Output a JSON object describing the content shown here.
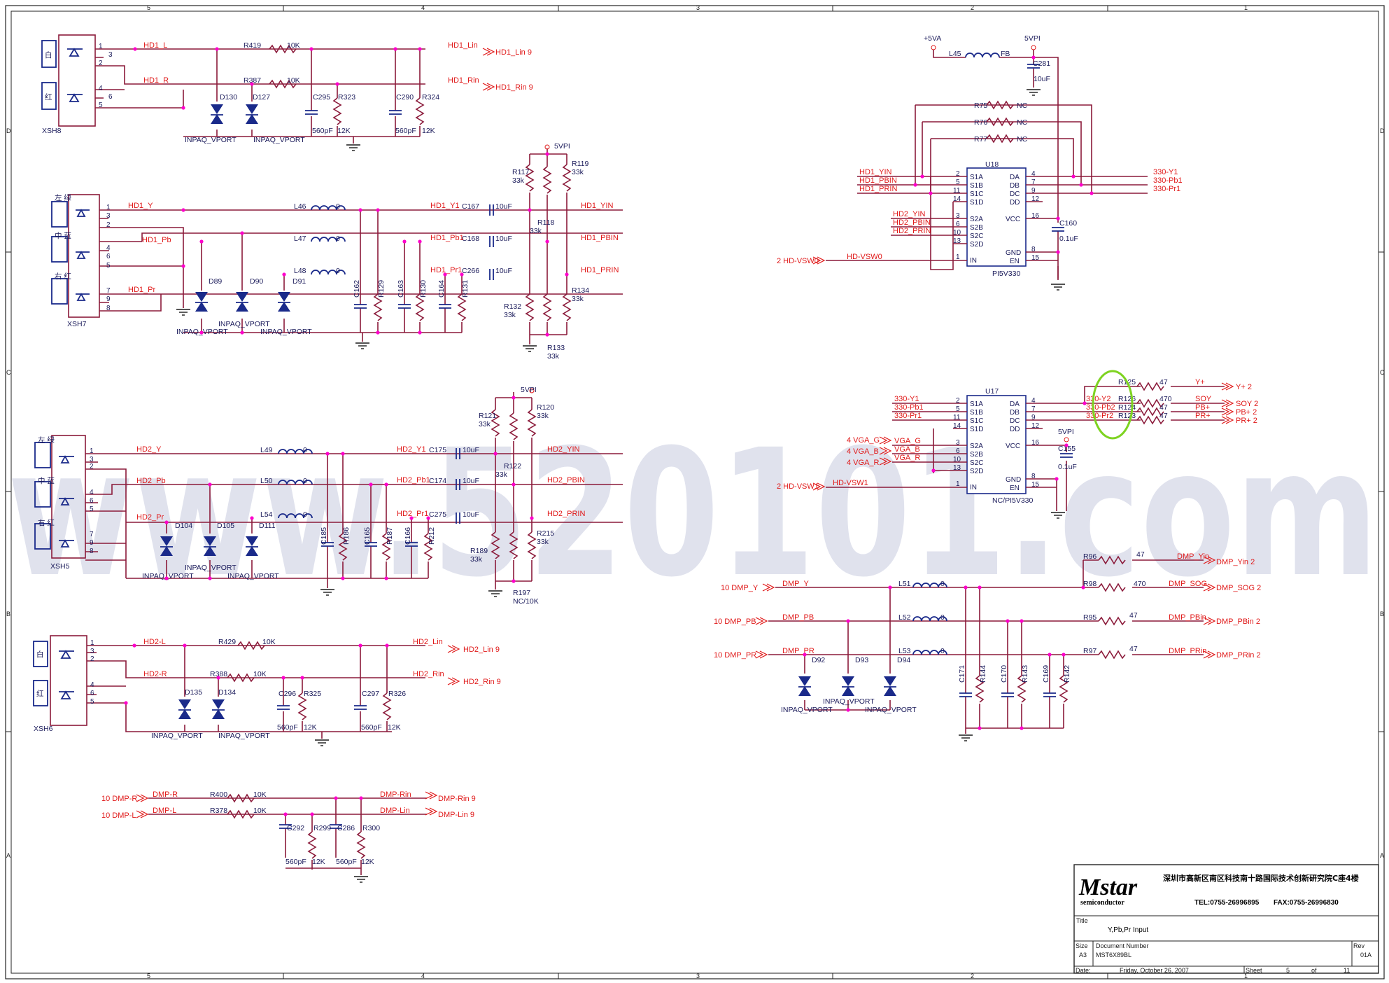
{
  "frame": {
    "cols": [
      "5",
      "4",
      "3",
      "2",
      "1"
    ],
    "rows": [
      "D",
      "C",
      "B",
      "A"
    ]
  },
  "watermark": "www.520101.com",
  "xsh8": {
    "ref": "XSH8",
    "jacks": [
      "白",
      "红"
    ],
    "nets": [
      "HD1_L",
      "HD1_R"
    ],
    "r1": "R419",
    "r1v": "10K",
    "r2": "R387",
    "r2v": "10K",
    "out1": "HD1_Lin",
    "out2": "HD1_Rin",
    "off1": "HD1_Lin  9",
    "off2": "HD1_Rin  9",
    "d1": "D130",
    "d2": "D127",
    "dv": "INPAQ_VPORT",
    "c1": "C295",
    "r3": "R323",
    "c2": "C290",
    "r4": "R324",
    "cv": "560pF",
    "rv": "12K"
  },
  "xsh7": {
    "ref": "XSH7",
    "jacks": [
      "左\n绿",
      "中\n蓝",
      "右\n红"
    ],
    "nets": [
      "HD1_Y",
      "HD1_Pb",
      "HD1_Pr"
    ],
    "l": [
      "L46",
      "L47",
      "L48"
    ],
    "lv": "0",
    "c": [
      "C167",
      "C168",
      "C266"
    ],
    "cv": "10uF",
    "mid": [
      "HD1_Y1",
      "HD1_Pb1",
      "HD1_Pr1"
    ],
    "out": [
      "HD1_YIN",
      "HD1_PBIN",
      "HD1_PRIN"
    ],
    "d": [
      "D89",
      "D90",
      "D91"
    ],
    "dv": "INPAQ_VPORT",
    "nc": [
      "C162",
      "C163",
      "C164"
    ],
    "r75": [
      "R129",
      "R130",
      "R131"
    ],
    "rpu": [
      "R117",
      "R119"
    ],
    "rpd": [
      "R132",
      "R134"
    ],
    "rm": [
      "R118",
      "R133"
    ],
    "rval": "33k",
    "vpi": "5VPI"
  },
  "xsh5": {
    "ref": "XSH5",
    "jacks": [
      "左\n绿",
      "中\n蓝",
      "右\n红"
    ],
    "nets": [
      "HD2_Y",
      "HD2_Pb",
      "HD2_Pr"
    ],
    "l": [
      "L49",
      "L50",
      "L54"
    ],
    "lv": "0",
    "c": [
      "C175",
      "C174",
      "C275"
    ],
    "cv": "10uF",
    "mid": [
      "HD2_Y1",
      "HD2_Pb1",
      "HD2_Pr1"
    ],
    "out": [
      "HD2_YIN",
      "HD2_PBIN",
      "HD2_PRIN"
    ],
    "d": [
      "D104",
      "D105",
      "D111"
    ],
    "dv": "INPAQ_VPORT",
    "nc": [
      "C185",
      "C165",
      "C166"
    ],
    "r75": [
      "R186",
      "R187",
      "R212"
    ],
    "rpu": [
      "R121",
      "R120"
    ],
    "rpd": [
      "R189",
      "R215"
    ],
    "rm": [
      "R122",
      "R197"
    ],
    "rval": "33k",
    "rmv": "NC/10K",
    "vpi": "5VPI"
  },
  "xsh6": {
    "ref": "XSH6",
    "jacks": [
      "白",
      "红"
    ],
    "nets": [
      "HD2-L",
      "HD2-R"
    ],
    "r1": "R429",
    "r1v": "10K",
    "r2": "R388",
    "r2v": "10K",
    "out1": "HD2_Lin",
    "out2": "HD2_Rin",
    "off1": "HD2_Lin  9",
    "off2": "HD2_Rin  9",
    "d1": "D135",
    "d2": "D134",
    "dv": "INPAQ_VPORT",
    "c1": "C296",
    "r3": "R325",
    "c2": "C297",
    "r4": "R326",
    "cv": "560pF",
    "rv": "12K"
  },
  "dmp_audio": {
    "in1": "10  DMP-R",
    "in2": "10  DMP-L",
    "n1": "DMP-R",
    "n2": "DMP-L",
    "r1": "R400",
    "r2": "R378",
    "rv": "10K",
    "out1": "DMP-Rin",
    "out2": "DMP-Lin",
    "off1": "DMP-Rin  9",
    "off2": "DMP-Lin  9",
    "c1": "C292",
    "r3": "R299",
    "c2": "C286",
    "r4": "R300",
    "cv": "560pF",
    "rv2": "12K"
  },
  "u18": {
    "ref": "U18",
    "part": "PI5V330",
    "left": [
      "S1A",
      "S1B",
      "S1C",
      "S1D",
      "S2A",
      "S2B",
      "S2C",
      "S2D",
      "IN"
    ],
    "lpins": [
      "2",
      "5",
      "11",
      "14",
      "3",
      "6",
      "10",
      "13",
      "1"
    ],
    "right": [
      "DA",
      "DB",
      "DC",
      "DD",
      "VCC",
      "GND",
      "EN"
    ],
    "rpins": [
      "4",
      "7",
      "9",
      "12",
      "16",
      "8",
      "15"
    ],
    "in": [
      "HD1_YIN",
      "HD1_PBIN",
      "HD1_PRIN",
      "HD2_YIN",
      "HD2_PBIN",
      "HD2_PRIN"
    ],
    "out": [
      "330-Y1",
      "330-Pb1",
      "330-Pr1"
    ],
    "sel_off": "2  HD-VSW0",
    "sel": "HD-VSW0",
    "rnc": [
      "R75",
      "R76",
      "R77"
    ],
    "ncv": "NC",
    "c": "C160",
    "cv": "0.1uF",
    "l45": "L45",
    "fb": "FB",
    "p5va": "+5VA",
    "vpi": "5VPI",
    "c281": "C281",
    "c281v": "10uF"
  },
  "u17": {
    "ref": "U17",
    "part": "NC/PI5V330",
    "in": [
      "330-Y1",
      "330-Pb1",
      "330-Pr1",
      "VGA_G",
      "VGA_B",
      "VGA_R"
    ],
    "in_off": [
      "4  VGA_G",
      "4  VGA_B",
      "4  VGA_R"
    ],
    "sel_off": "2  HD-VSW1",
    "sel": "HD-VSW1",
    "out": [
      "330-Y2",
      "330-Pb2",
      "330-Pr2"
    ],
    "r": [
      "R125",
      "R126",
      "R124",
      "R123"
    ],
    "rv": [
      "47",
      "470",
      "47",
      "47"
    ],
    "net": [
      "Y+",
      "SOY",
      "PB+",
      "PR+"
    ],
    "off": [
      "Y+  2",
      "SOY  2",
      "PB+  2",
      "PR+  2"
    ],
    "c": "C155",
    "cv": "0.1uF",
    "vpi": "5VPI"
  },
  "dmp_video": {
    "in": [
      "10  DMP_Y",
      "10  DMP_PB",
      "10  DMP_PR"
    ],
    "nets": [
      "DMP_Y",
      "DMP_PB",
      "DMP_PR"
    ],
    "l": [
      "L51",
      "L52",
      "L53"
    ],
    "lv": "0",
    "d": [
      "D92",
      "D93",
      "D94"
    ],
    "dv": "INPAQ_VPORT",
    "nc": [
      "C171",
      "C170",
      "C169"
    ],
    "r75": [
      "R144",
      "R143",
      "R142"
    ],
    "r": [
      "R96",
      "R98",
      "R95",
      "R97"
    ],
    "rv": [
      "47",
      "470",
      "47",
      "47"
    ],
    "net": [
      "DMP_Yin",
      "DMP_SOG",
      "DMP_PBin",
      "DMP_PRin"
    ],
    "off": [
      "DMP_Yin  2",
      "DMP_SOG  2",
      "DMP_PBin  2",
      "DMP_PRin  2"
    ]
  },
  "title_block": {
    "logo": "Mstar",
    "logo_sub": "semiconductor",
    "address": "深圳市高新区南区科技南十路国际技术创新研究院C座4楼",
    "tel": "TEL:0755-26996895",
    "fax": "FAX:0755-26996830",
    "title_lbl": "Title",
    "title": "Y,Pb,Pr Input",
    "size_lbl": "Size",
    "size": "A3",
    "doc_lbl": "Document Number",
    "doc": "MST6X89BL",
    "rev_lbl": "Rev",
    "rev": "01A",
    "date_lbl": "Date:",
    "date": "Friday, October 26, 2007",
    "sheet_lbl": "Sheet",
    "sheet": "5",
    "of": "of",
    "sheets": "11"
  },
  "colors": {
    "wire": "#8b1a3a",
    "net": "#e01818",
    "part": "#1a2a8a",
    "junction": "#ff00cc",
    "highlight": "#7ed321"
  }
}
